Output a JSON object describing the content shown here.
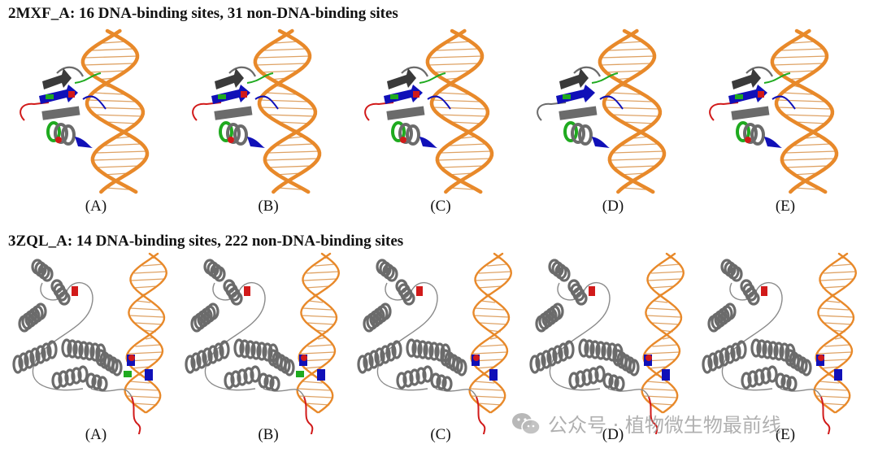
{
  "rows": [
    {
      "title": "2MXF_A: 16 DNA-binding sites, 31 non-DNA-binding sites",
      "panels": [
        {
          "label": "(A)",
          "highlights": [
            "green",
            "blue",
            "red"
          ]
        },
        {
          "label": "(B)",
          "highlights": [
            "green",
            "blue",
            "red"
          ]
        },
        {
          "label": "(C)",
          "highlights": [
            "green",
            "blue",
            "red"
          ]
        },
        {
          "label": "(D)",
          "highlights": [
            "green",
            "blue"
          ]
        },
        {
          "label": "(E)",
          "highlights": [
            "green",
            "blue",
            "red"
          ]
        }
      ]
    },
    {
      "title": "3ZQL_A: 14 DNA-binding sites, 222 non-DNA-binding sites",
      "panels": [
        {
          "label": "(A)",
          "highlights": [
            "green",
            "blue",
            "red"
          ]
        },
        {
          "label": "(B)",
          "highlights": [
            "green",
            "blue",
            "red"
          ]
        },
        {
          "label": "(C)",
          "highlights": [
            "blue",
            "red"
          ]
        },
        {
          "label": "(D)",
          "highlights": [
            "blue",
            "red"
          ]
        },
        {
          "label": "(E)",
          "highlights": [
            "blue",
            "red"
          ]
        }
      ]
    }
  ],
  "colors": {
    "dna": "#e8892a",
    "dna_rungs": "#d9924a",
    "protein": "#6b6b6b",
    "protein_dark": "#3a3a3a",
    "binding_green": "#1faa1f",
    "binding_blue": "#1010b8",
    "binding_red": "#d11a1a"
  },
  "watermark": {
    "icon": "wechat-icon",
    "text": "公众号 · 植物微生物最前线"
  }
}
